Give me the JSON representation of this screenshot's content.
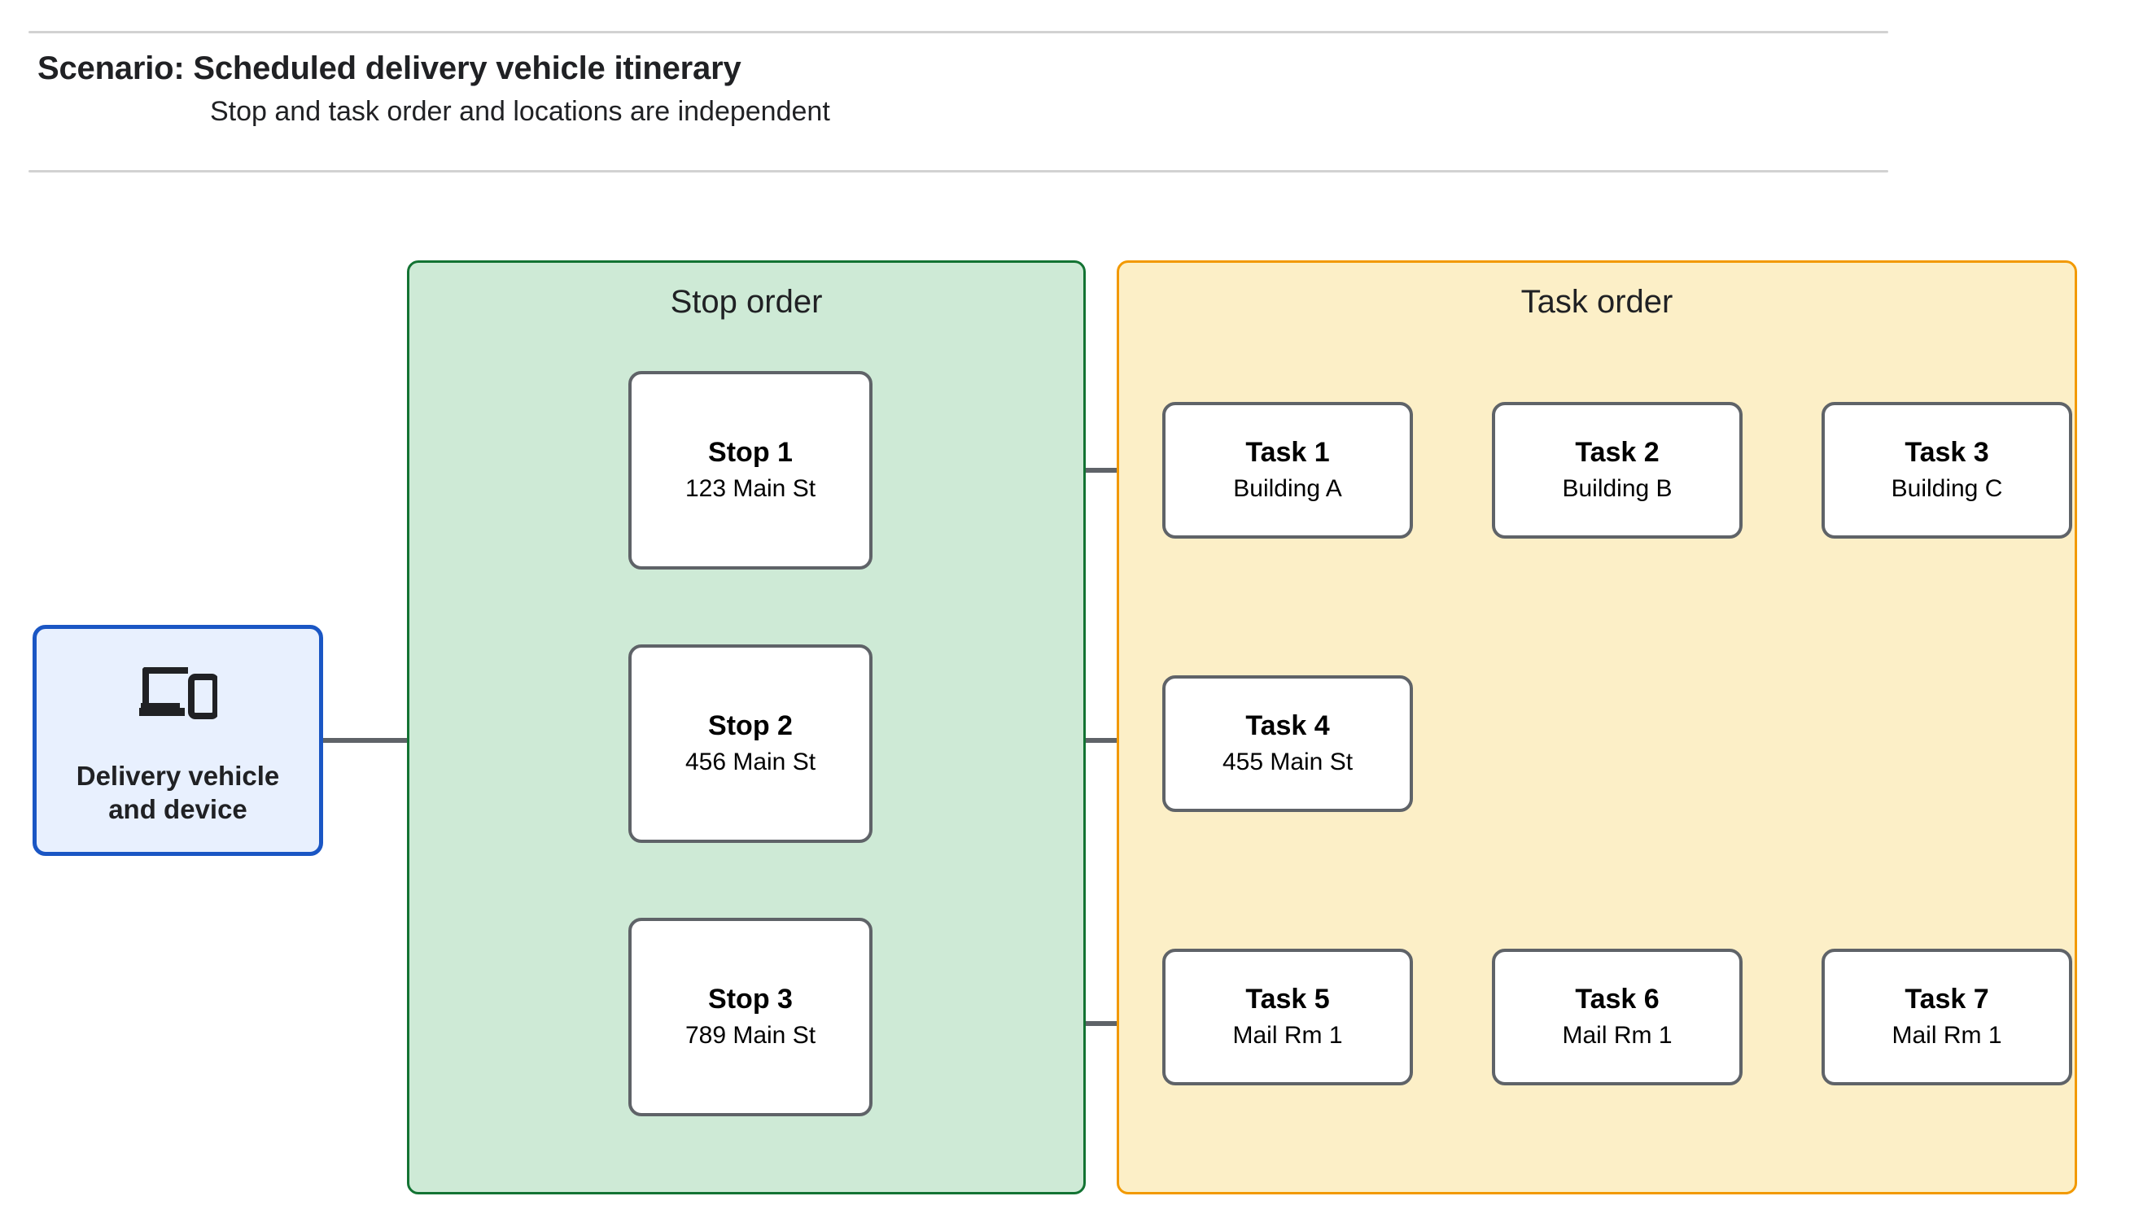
{
  "header": {
    "title": "Scenario: Scheduled delivery vehicle itinerary",
    "subtitle": "Stop and task order and locations are independent",
    "rule_color": "#d2d2d2"
  },
  "vehicle": {
    "icon": "devices-icon",
    "label_line1": "Delivery vehicle",
    "label_line2": "and device",
    "fill": "#e8f0fe",
    "border": "#1a56c4"
  },
  "panels": {
    "stop_order": {
      "title": "Stop order",
      "fill": "#ceead6",
      "border": "#137333"
    },
    "task_order": {
      "title": "Task order",
      "fill": "#fcefc7",
      "border": "#f29900"
    }
  },
  "stops": [
    {
      "title": "Stop 1",
      "address": "123 Main St"
    },
    {
      "title": "Stop 2",
      "address": "456 Main St"
    },
    {
      "title": "Stop 3",
      "address": "789 Main St"
    }
  ],
  "tasks": [
    {
      "title": "Task 1",
      "location": "Building A"
    },
    {
      "title": "Task 2",
      "location": "Building B"
    },
    {
      "title": "Task 3",
      "location": "Building C"
    },
    {
      "title": "Task 4",
      "location": "455 Main St"
    },
    {
      "title": "Task 5",
      "location": "Mail Rm 1"
    },
    {
      "title": "Task 6",
      "location": "Mail Rm 1"
    },
    {
      "title": "Task 7",
      "location": "Mail Rm 1"
    }
  ],
  "connector": {
    "color": "#5f6368"
  }
}
